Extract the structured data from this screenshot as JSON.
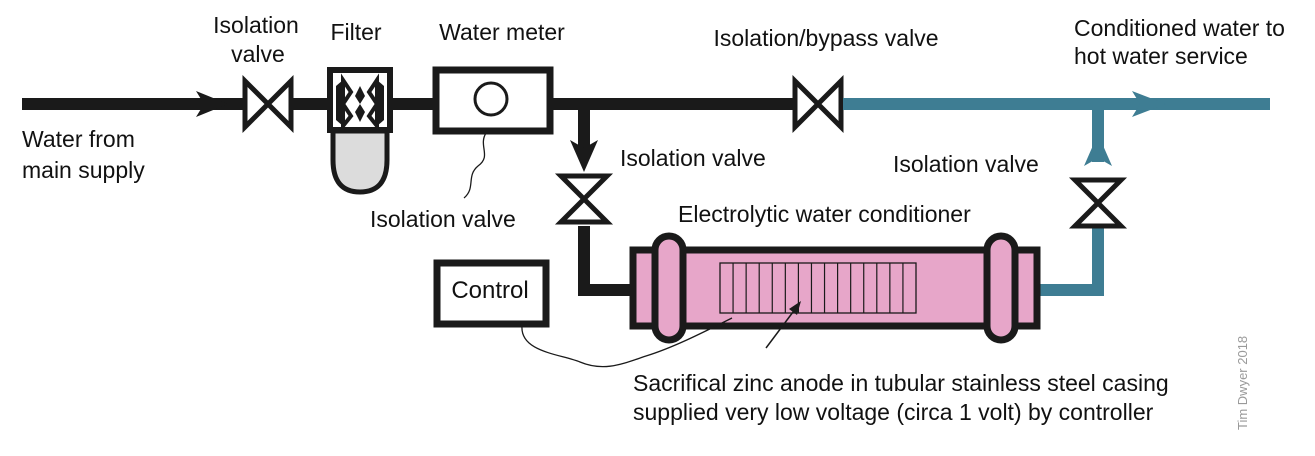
{
  "colors": {
    "black_pipe": "#1a1a1a",
    "teal_pipe": "#3e7d93",
    "conditioner_fill": "#e7a6c9",
    "filter_bowl": "#dcdcdc",
    "background": "#ffffff"
  },
  "icons": [
    "gate-valve",
    "filter-cartridge",
    "water-meter",
    "flow-arrow",
    "electrolytic-conditioner"
  ],
  "labels": {
    "water_from_line1": "Water from",
    "water_from_line2": "main supply",
    "isolation_valve_line1": "Isolation",
    "isolation_valve_line2": "valve",
    "filter": "Filter",
    "water_meter": "Water meter",
    "bypass_valve": "Isolation/bypass valve",
    "conditioned_line1": "Conditioned water to",
    "conditioned_line2": "hot water service",
    "isolation_valve_left": "Isolation valve",
    "isolation_valve_right": "Isolation valve",
    "isolation_valve_control": "Isolation valve",
    "conditioner": "Electrolytic water conditioner",
    "control": "Control",
    "anode_line1": "Sacrifical zinc anode in tubular stainless steel casing",
    "anode_line2": "supplied very low voltage (circa 1 volt) by controller",
    "credit": "Tim Dwyer 2018"
  }
}
